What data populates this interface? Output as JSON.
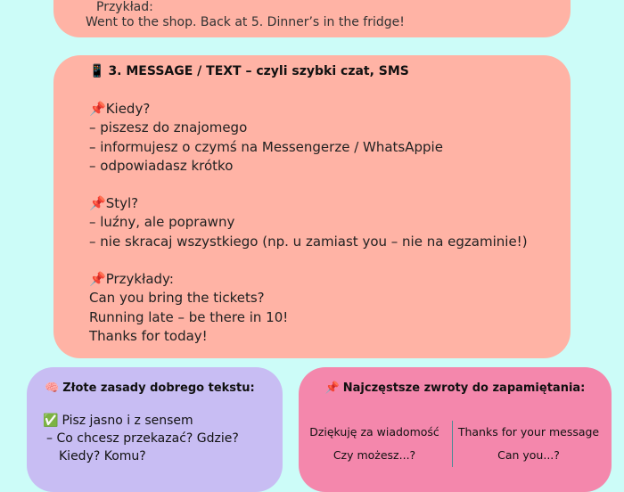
{
  "card1": {
    "prev_label": "Przykład:",
    "example": "Went to the shop. Back at 5. Dinner’s in the fridge!"
  },
  "card2": {
    "icon": "📱",
    "title": "3. MESSAGE / TEXT – czyli szybki czat, SMS",
    "when_label": "Kiedy?",
    "when": [
      "– piszesz do znajomego",
      "– informujesz o czymś na Messengerze / WhatsAppie",
      "– odpowiadasz krótko"
    ],
    "style_label": "Styl?",
    "style": [
      "– luźny, ale poprawny",
      "– nie skracaj wszystkiego (np. u zamiast you – nie na egzaminie!)"
    ],
    "examples_label": "Przykłady:",
    "examples": [
      "Can you bring the tickets?",
      "Running late – be there in 10!",
      "Thanks for today!"
    ],
    "pin": "📌"
  },
  "rules": {
    "icon": "🧠",
    "title": "Złote zasady dobrego tekstu:",
    "check": "✅",
    "item": "Pisz jasno i z sensem",
    "sub1": "– Co chcesz przekazać? Gdzie?",
    "sub2": "Kiedy? Komu?"
  },
  "phrases": {
    "icon": "📌",
    "title": "Najczęstsze zwroty do zapamiętania:",
    "pl": [
      "Dziękuję za wiadomość",
      "Czy możesz...?"
    ],
    "en": [
      "Thanks for your message",
      "Can you...?"
    ]
  },
  "colors": {
    "background": "#ccfcf8",
    "salmon": "#ffb3a5",
    "lavender": "#c8bdf3",
    "pink": "#f487ac"
  }
}
